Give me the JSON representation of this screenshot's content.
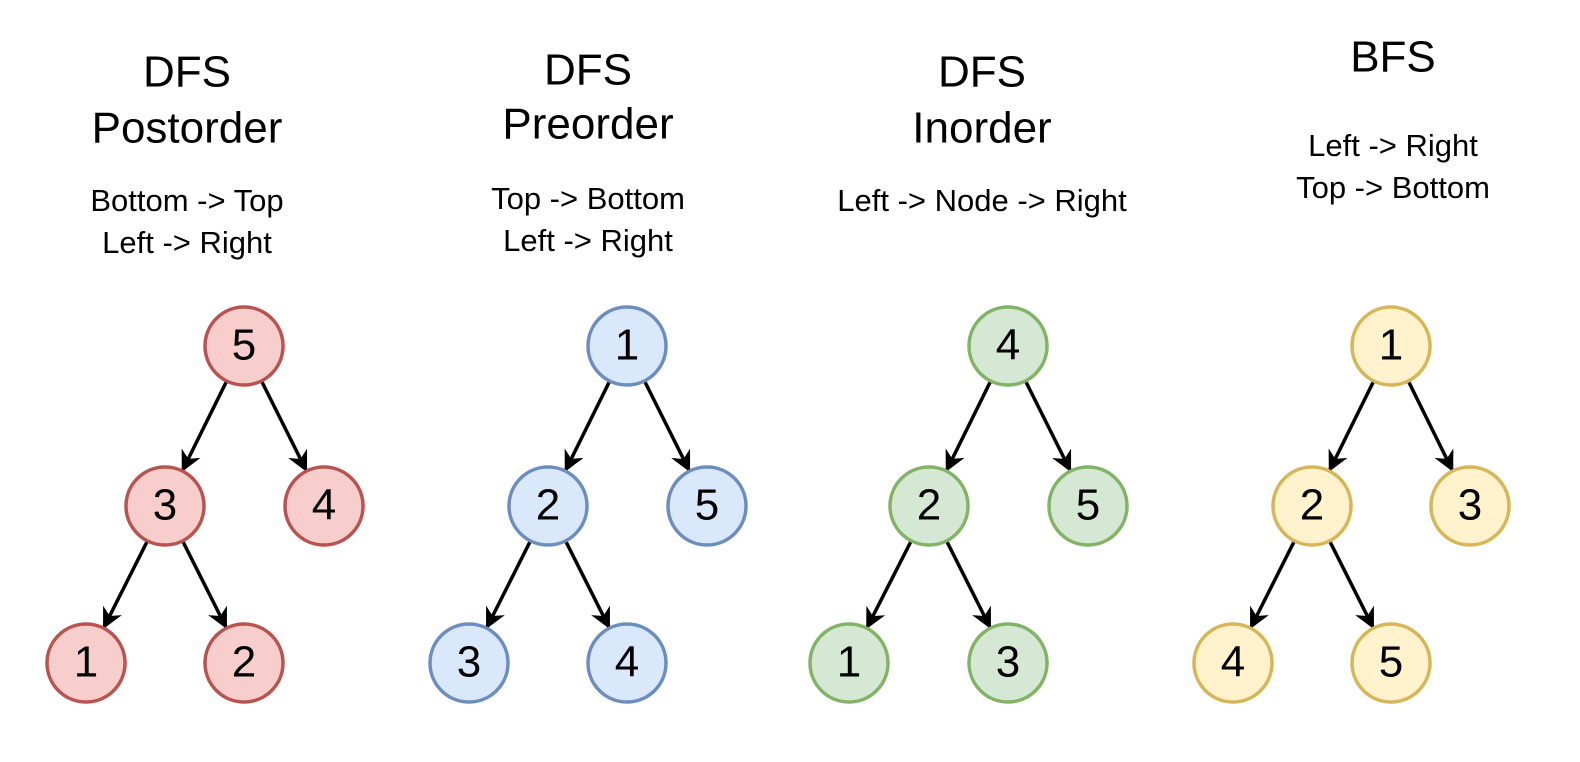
{
  "colors": {
    "red": {
      "fill": "#f8cecc",
      "stroke": "#b85450"
    },
    "blue": {
      "fill": "#dae8fc",
      "stroke": "#6c8ebf"
    },
    "green": {
      "fill": "#d5e8d4",
      "stroke": "#82b366"
    },
    "yellow": {
      "fill": "#fff2cc",
      "stroke": "#d6b656"
    },
    "edge": "#000000"
  },
  "diagrams": [
    {
      "key": "postorder",
      "title": [
        "DFS",
        "Postorder"
      ],
      "subtitle": [
        "Bottom -> Top",
        "Left -> Right"
      ],
      "color": "red",
      "nodes": {
        "root": "5",
        "l": "3",
        "r": "4",
        "ll": "1",
        "lr": "2"
      }
    },
    {
      "key": "preorder",
      "title": [
        "DFS",
        "Preorder"
      ],
      "subtitle": [
        "Top -> Bottom",
        "Left -> Right"
      ],
      "color": "blue",
      "nodes": {
        "root": "1",
        "l": "2",
        "r": "5",
        "ll": "3",
        "lr": "4"
      }
    },
    {
      "key": "inorder",
      "title": [
        "DFS",
        "Inorder"
      ],
      "subtitle": [
        "Left -> Node -> Right"
      ],
      "color": "green",
      "nodes": {
        "root": "4",
        "l": "2",
        "r": "5",
        "ll": "1",
        "lr": "3"
      }
    },
    {
      "key": "bfs",
      "title": [
        "BFS"
      ],
      "subtitle": [
        "Left -> Right",
        "Top -> Bottom"
      ],
      "color": "yellow",
      "nodes": {
        "root": "1",
        "l": "2",
        "r": "3",
        "ll": "4",
        "lr": "5"
      }
    }
  ]
}
